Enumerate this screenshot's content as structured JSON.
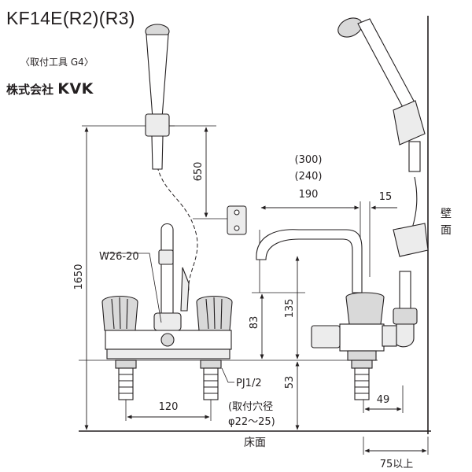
{
  "header": {
    "model": "KF14E(R2)(R3)",
    "tool_note": "〈取付工具 G4〉",
    "company_prefix": "株式会社",
    "company_brand": "KVK"
  },
  "dimensions": {
    "d650": "650",
    "d1650": "1650",
    "d300": "(300)",
    "d240": "(240)",
    "d190": "190",
    "d15": "15",
    "d135": "135",
    "d83": "83",
    "d53": "53",
    "d120": "120",
    "d49": "49",
    "d75": "75以上"
  },
  "labels": {
    "w26": "W26-20",
    "pj": "PJ1/2",
    "hole_line1": "(取付穴径",
    "hole_line2": "φ22～25)",
    "wall_1": "壁",
    "wall_2": "面",
    "floor": "床面"
  }
}
